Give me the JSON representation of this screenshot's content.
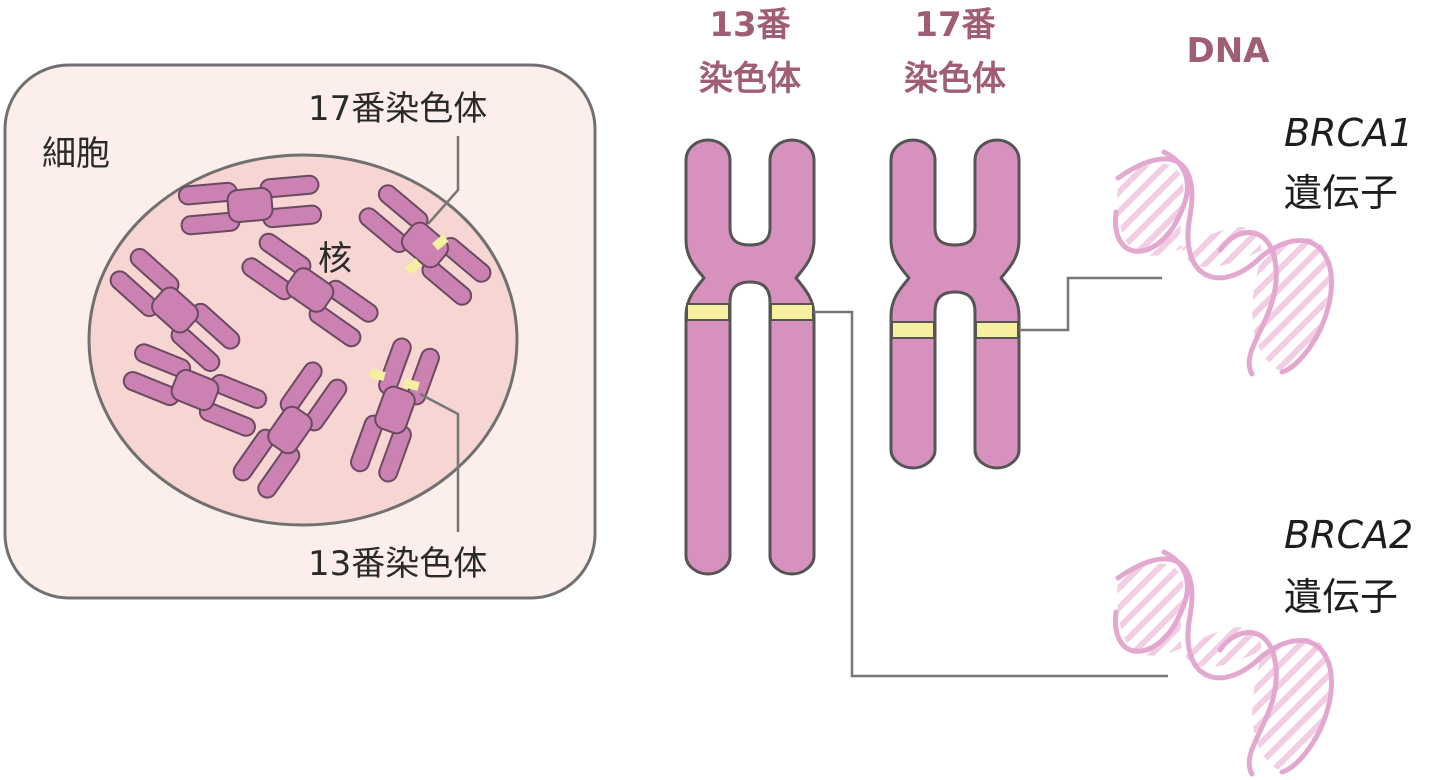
{
  "colors": {
    "cell_fill": "#fcefeb",
    "nucleus_fill": "#f7d5d2",
    "outline": "#707070",
    "chromosome": "#d692bd",
    "band": "#f5f0a0",
    "accent_text": "#a05e72",
    "dna_strand": "#e3a8d0"
  },
  "cell": {
    "label": "細胞",
    "nucleus_label": "核",
    "chr17_label": "17番染色体",
    "chr13_label": "13番染色体"
  },
  "chromosomes": {
    "chr13": {
      "line1": "13番",
      "line2": "染色体"
    },
    "chr17": {
      "line1": "17番",
      "line2": "染色体"
    }
  },
  "dna": {
    "label": "DNA",
    "brca1": {
      "name": "BRCA1",
      "suffix": "遺伝子"
    },
    "brca2": {
      "name": "BRCA2",
      "suffix": "遺伝子"
    }
  }
}
